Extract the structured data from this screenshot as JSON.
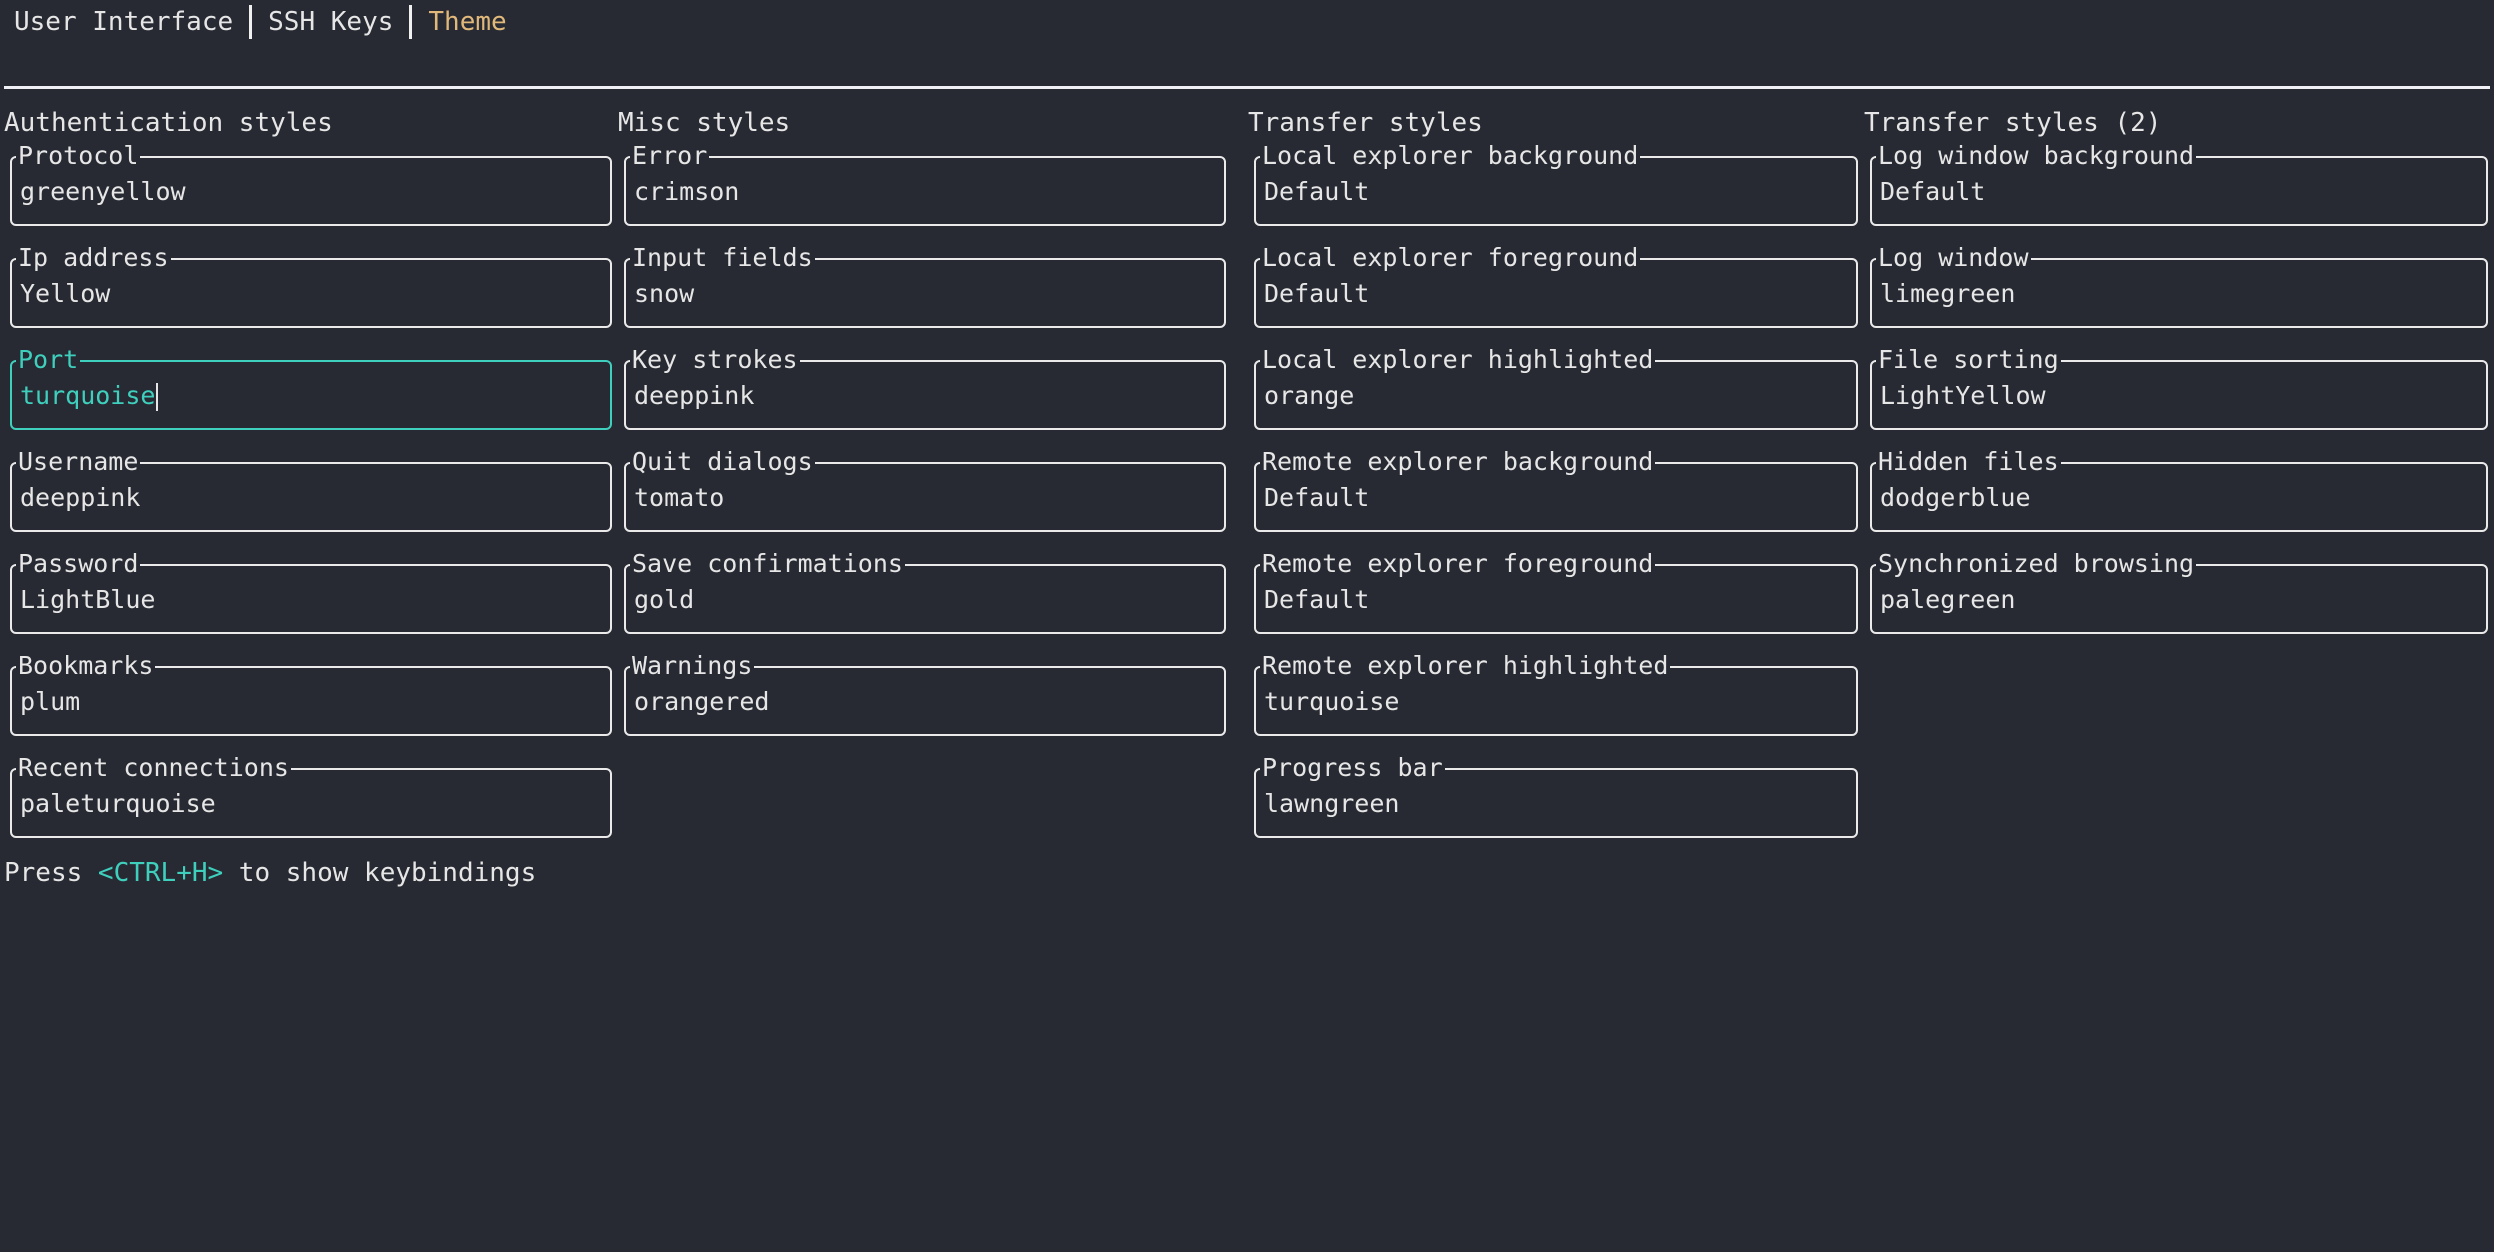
{
  "tabs": [
    {
      "label": "User Interface"
    },
    {
      "label": "SSH Keys"
    },
    {
      "label": "Theme"
    }
  ],
  "columns": [
    {
      "title": "Authentication styles",
      "fields": [
        {
          "label": "Protocol",
          "value": "greenyellow"
        },
        {
          "label": "Ip address",
          "value": "Yellow"
        },
        {
          "label": "Port",
          "value": "turquoise"
        },
        {
          "label": "Username",
          "value": "deeppink"
        },
        {
          "label": "Password",
          "value": "LightBlue"
        },
        {
          "label": "Bookmarks",
          "value": "plum"
        },
        {
          "label": "Recent connections",
          "value": "paleturquoise"
        }
      ]
    },
    {
      "title": "Misc styles",
      "fields": [
        {
          "label": "Error",
          "value": "crimson"
        },
        {
          "label": "Input fields",
          "value": "snow"
        },
        {
          "label": "Key strokes",
          "value": "deeppink"
        },
        {
          "label": "Quit dialogs",
          "value": "tomato"
        },
        {
          "label": "Save confirmations",
          "value": "gold"
        },
        {
          "label": "Warnings",
          "value": "orangered"
        }
      ]
    },
    {
      "title": "Transfer styles",
      "fields": [
        {
          "label": "Local explorer background",
          "value": "Default"
        },
        {
          "label": "Local explorer foreground",
          "value": "Default"
        },
        {
          "label": "Local explorer highlighted",
          "value": "orange"
        },
        {
          "label": "Remote explorer background",
          "value": "Default"
        },
        {
          "label": "Remote explorer foreground",
          "value": "Default"
        },
        {
          "label": "Remote explorer highlighted",
          "value": "turquoise"
        },
        {
          "label": "Progress bar",
          "value": "lawngreen"
        }
      ]
    },
    {
      "title": "Transfer styles (2)",
      "fields": [
        {
          "label": "Log window background",
          "value": "Default"
        },
        {
          "label": "Log window",
          "value": "limegreen"
        },
        {
          "label": "File sorting",
          "value": "LightYellow"
        },
        {
          "label": "Hidden files",
          "value": "dodgerblue"
        },
        {
          "label": "Synchronized browsing",
          "value": "palegreen"
        }
      ]
    }
  ],
  "footer": {
    "prefix": "Press ",
    "key": "<CTRL+H>",
    "suffix": " to show keybindings"
  },
  "colors": {
    "background": "#272a33",
    "text": "#e6e6e6",
    "active_tab": "#e0b87a",
    "focus": "#3fcfbd"
  }
}
